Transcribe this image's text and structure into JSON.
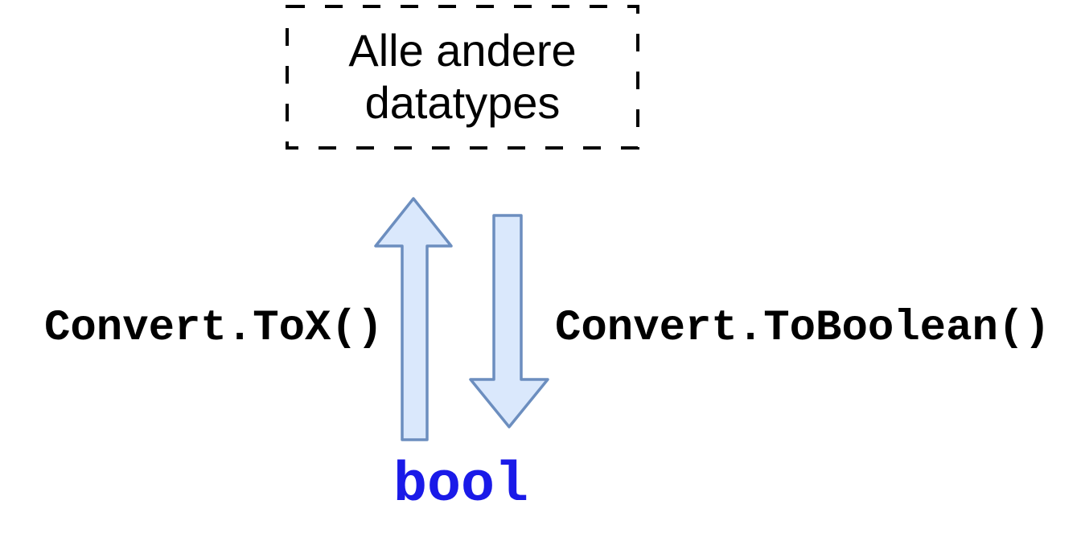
{
  "diagram": {
    "top_box": {
      "line1": "Alle andere",
      "line2": "datatypes"
    },
    "left_label": "Convert.ToX()",
    "right_label": "Convert.ToBoolean()",
    "bottom_label": "bool",
    "colors": {
      "arrow_fill": "#dae8fc",
      "arrow_stroke": "#6c8ebf",
      "box_border": "#000000",
      "code_label_text": "#000000",
      "bool_text": "#1a1ae8",
      "background": "#ffffff"
    }
  }
}
